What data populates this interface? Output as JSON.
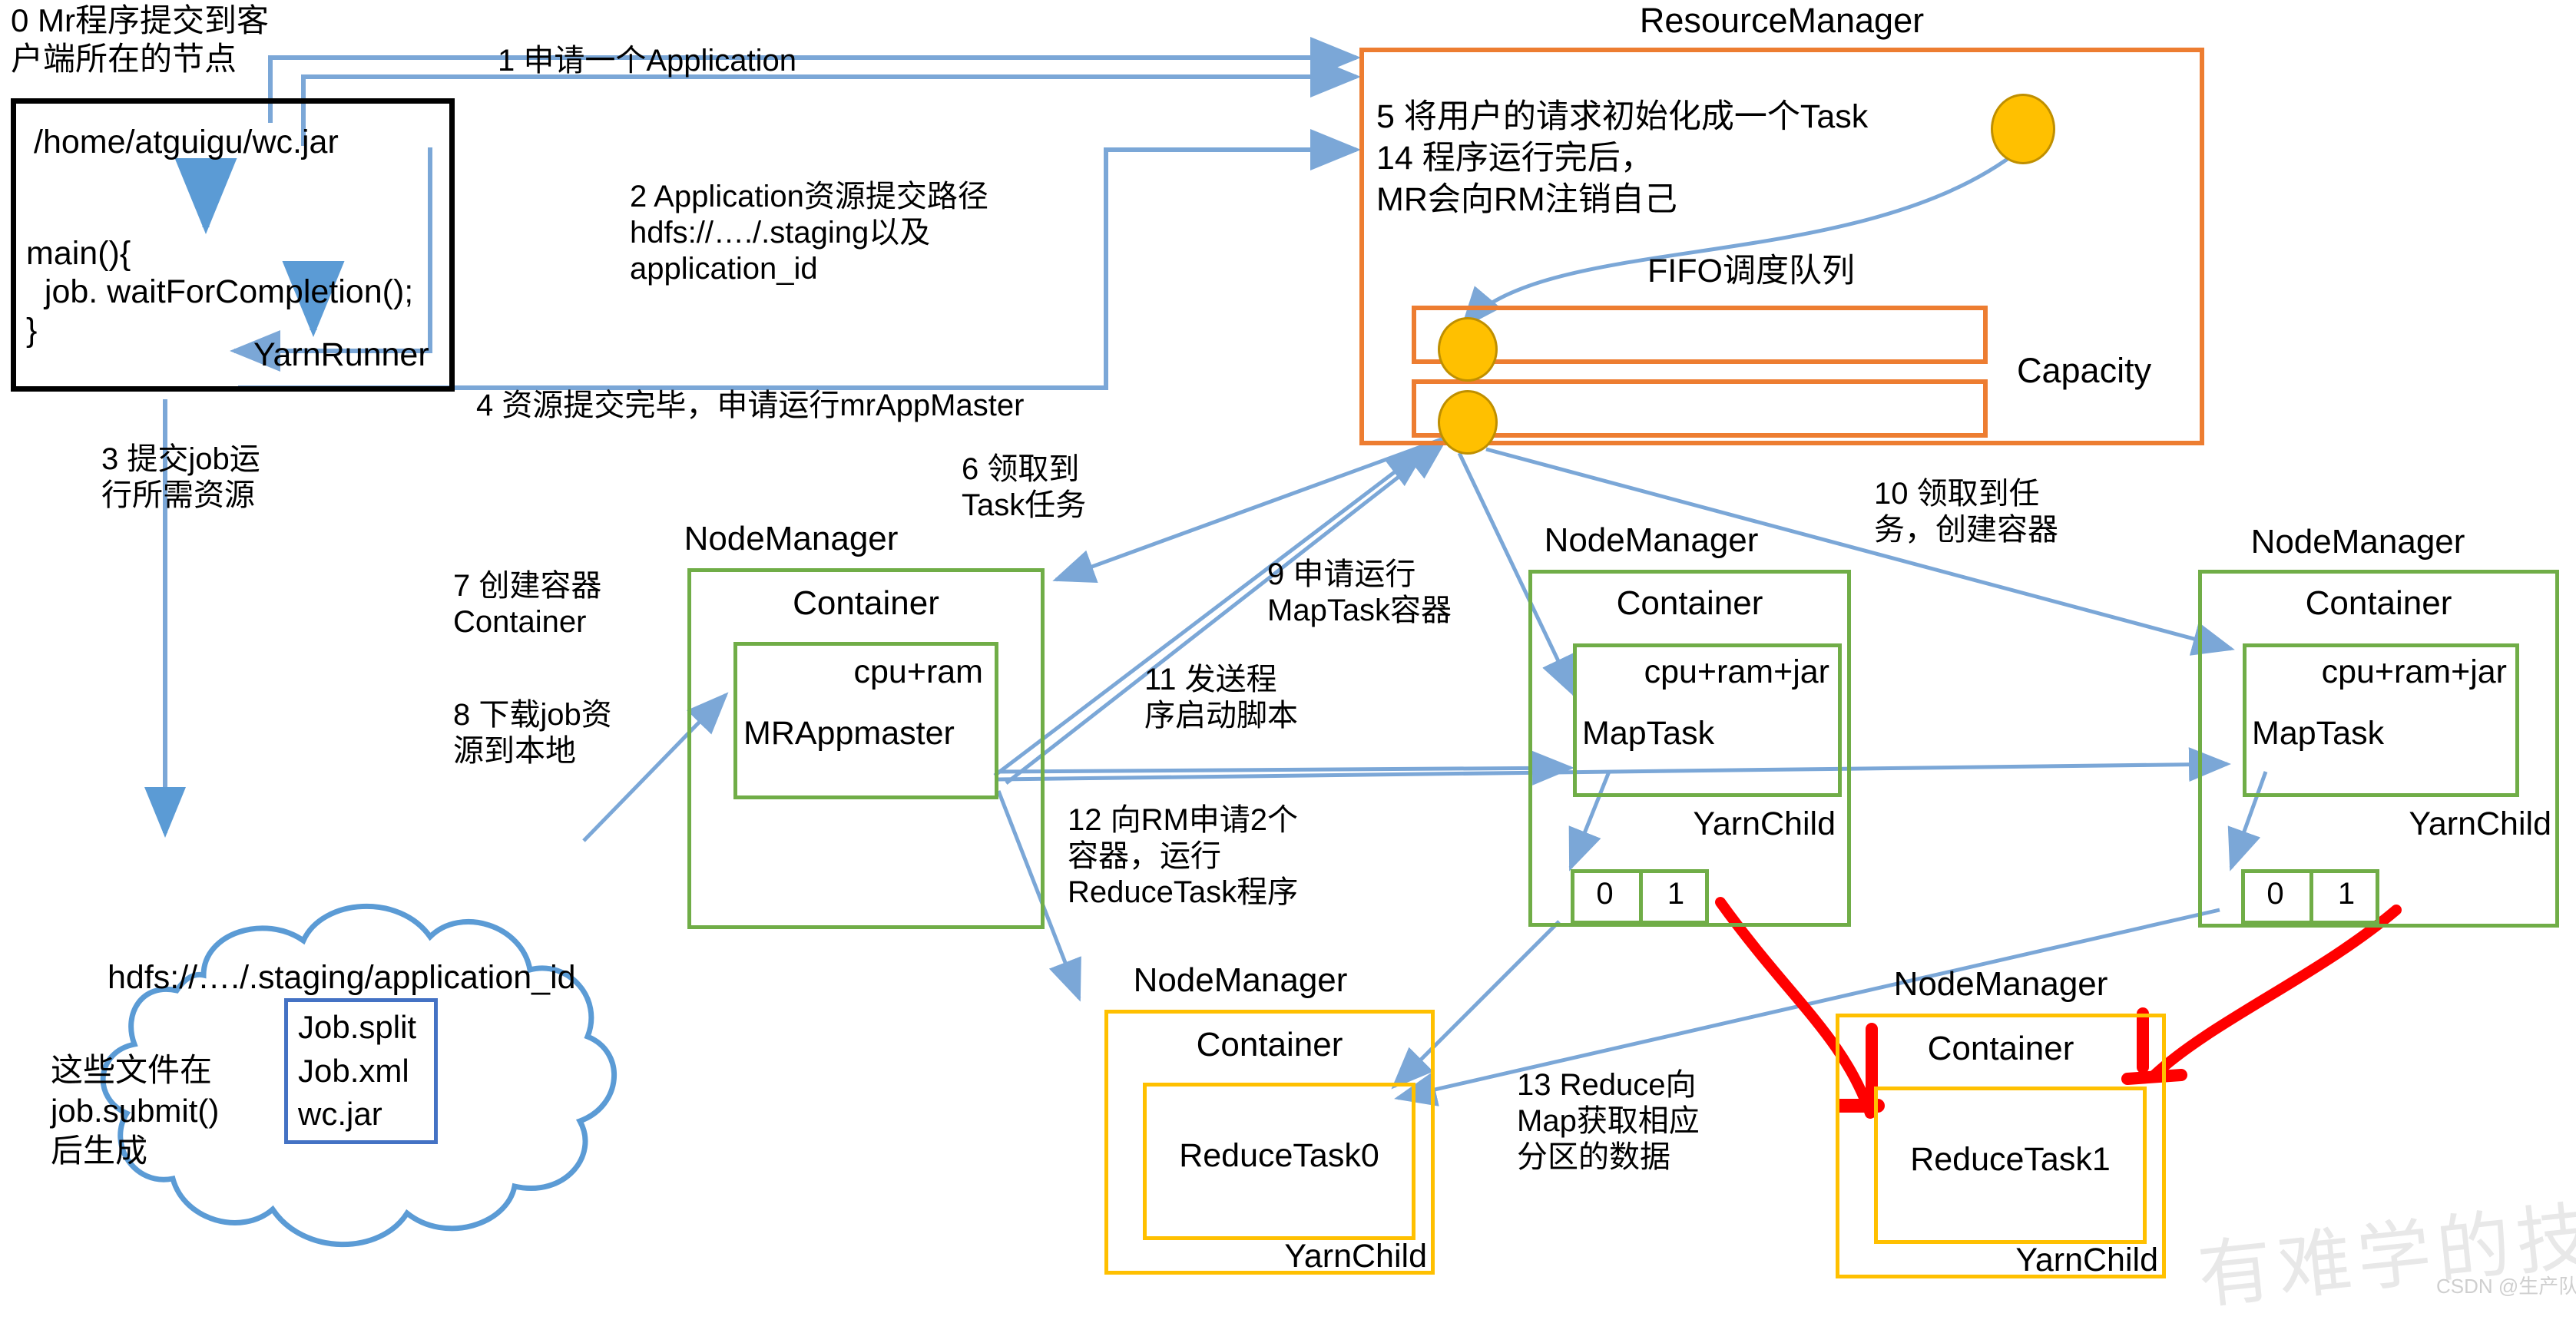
{
  "colors": {
    "arrow_blue": "#7BA7D7",
    "rm_orange": "#ED7D31",
    "nm_green": "#70AD47",
    "nm_yellow": "#FFC000",
    "circle_yellow": "#FFC000",
    "circle_stroke": "#BF8F00",
    "client_black": "#000000",
    "cloud_blue": "#5B9BD5",
    "files_blue": "#4472C4",
    "red_mark": "#FF0000"
  },
  "client": {
    "note": "0 Mr程序提交到客\n户端所在的节点",
    "jar_path": "/home/atguigu/wc.jar",
    "code_line1": "main(){",
    "code_line2": "  job. waitForCompletion();",
    "code_line3": "}",
    "runner": "YarnRunner"
  },
  "steps": {
    "s1": "1 申请一个Application",
    "s2": "2 Application资源提交路径\nhdfs://…./.staging以及\napplication_id",
    "s3": "3 提交job运\n行所需资源",
    "s4": "4 资源提交完毕，申请运行mrAppMaster",
    "s6": "6 领取到\nTask任务",
    "s7": "7 创建容器\nContainer",
    "s8": "8 下载job资\n源到本地",
    "s9": "9 申请运行\nMapTask容器",
    "s10": "10 领取到任\n务，创建容器",
    "s11": "11 发送程\n序启动脚本",
    "s12": "12 向RM申请2个\n容器，运行\nReduceTask程序",
    "s13": "13 Reduce向\nMap获取相应\n分区的数据"
  },
  "resource_manager": {
    "title": "ResourceManager",
    "note": "5 将用户的请求初始化成一个Task\n14 程序运行完后，\nMR会向RM注销自己",
    "queue_label": "FIFO调度队列",
    "capacity_label": "Capacity"
  },
  "nodemanagers": [
    {
      "title": "NodeManager",
      "container_label": "Container",
      "resource_label": "cpu+ram",
      "task_label": "MRAppmaster",
      "yarnchild": "",
      "slots": []
    },
    {
      "title": "NodeManager",
      "container_label": "Container",
      "resource_label": "cpu+ram+jar",
      "task_label": "MapTask",
      "yarnchild": "YarnChild",
      "slots": [
        "0",
        "1"
      ]
    },
    {
      "title": "NodeManager",
      "container_label": "Container",
      "resource_label": "cpu+ram+jar",
      "task_label": "MapTask",
      "yarnchild": "YarnChild",
      "slots": [
        "0",
        "1"
      ]
    },
    {
      "title": "NodeManager",
      "container_label": "Container",
      "resource_label": "",
      "task_label": "ReduceTask0",
      "yarnchild": "YarnChild",
      "slots": []
    },
    {
      "title": "NodeManager",
      "container_label": "Container",
      "resource_label": "",
      "task_label": "ReduceTask1",
      "yarnchild": "YarnChild",
      "slots": []
    }
  ],
  "hdfs_cloud": {
    "path": "hdfs://…./.staging/application_id",
    "note": "这些文件在\njob.submit()\n后生成",
    "files": "Job.split\nJob.xml\nwc.jar"
  },
  "watermark": {
    "big": "有难学的技术",
    "small": "CSDN @生产队队长"
  }
}
